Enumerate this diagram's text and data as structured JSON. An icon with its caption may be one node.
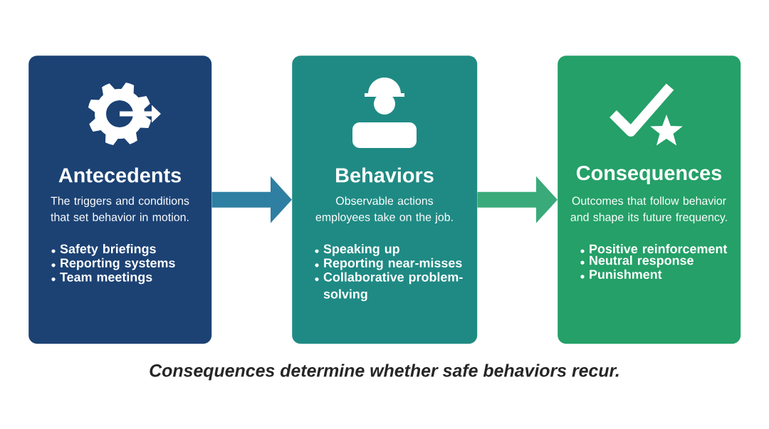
{
  "diagram": {
    "caption": "Consequences determine whether safe behaviors recur.",
    "nodes": [
      {
        "text": [
          "Antecedents",
          "The triggers and conditions that set behavior in motion.",
          "Safety briefings",
          "Reporting systems",
          "Team meetings"
        ]
      },
      {
        "text": [
          "Behaviors",
          "Observable actions employees take on the job.",
          "Speaking up",
          "Reporting near-misses",
          "Collaborative problem-solving"
        ]
      },
      {
        "text": [
          "Consequences",
          "Outcomes that follow behavior and shape its future frequency.",
          "Positive reinforcement",
          "Neutral response",
          "Punishment"
        ]
      }
    ],
    "edges": [
      {
        "from": 0,
        "to": 1,
        "arrow": "to"
      },
      {
        "from": 1,
        "to": 2,
        "arrow": "to"
      }
    ]
  }
}
